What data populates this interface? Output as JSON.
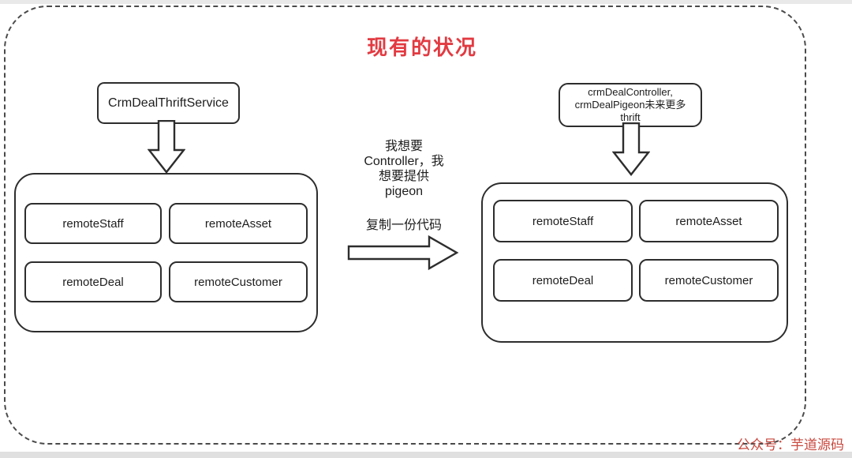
{
  "page": {
    "title": "现有的状况",
    "title_color": "#e23a41",
    "watermark": "公众号：芋道源码",
    "watermark_color": "#c8493f",
    "stroke_color": "#2d2d2d",
    "frame_dash_color": "#4a4a4a"
  },
  "left": {
    "service_box": "CrmDealThriftService",
    "container_items": [
      "remoteStaff",
      "remoteAsset",
      "remoteDeal",
      "remoteCustomer"
    ]
  },
  "right": {
    "service_box_lines": [
      "crmDealController,",
      "crmDealPigeon未来更多",
      "thrift"
    ],
    "container_items": [
      "remoteStaff",
      "remoteAsset",
      "remoteDeal",
      "remoteCustomer"
    ]
  },
  "middle": {
    "note_lines": [
      "我想要",
      "Controller，我",
      "想要提供",
      "pigeon"
    ],
    "action_label": "复制一份代码"
  }
}
